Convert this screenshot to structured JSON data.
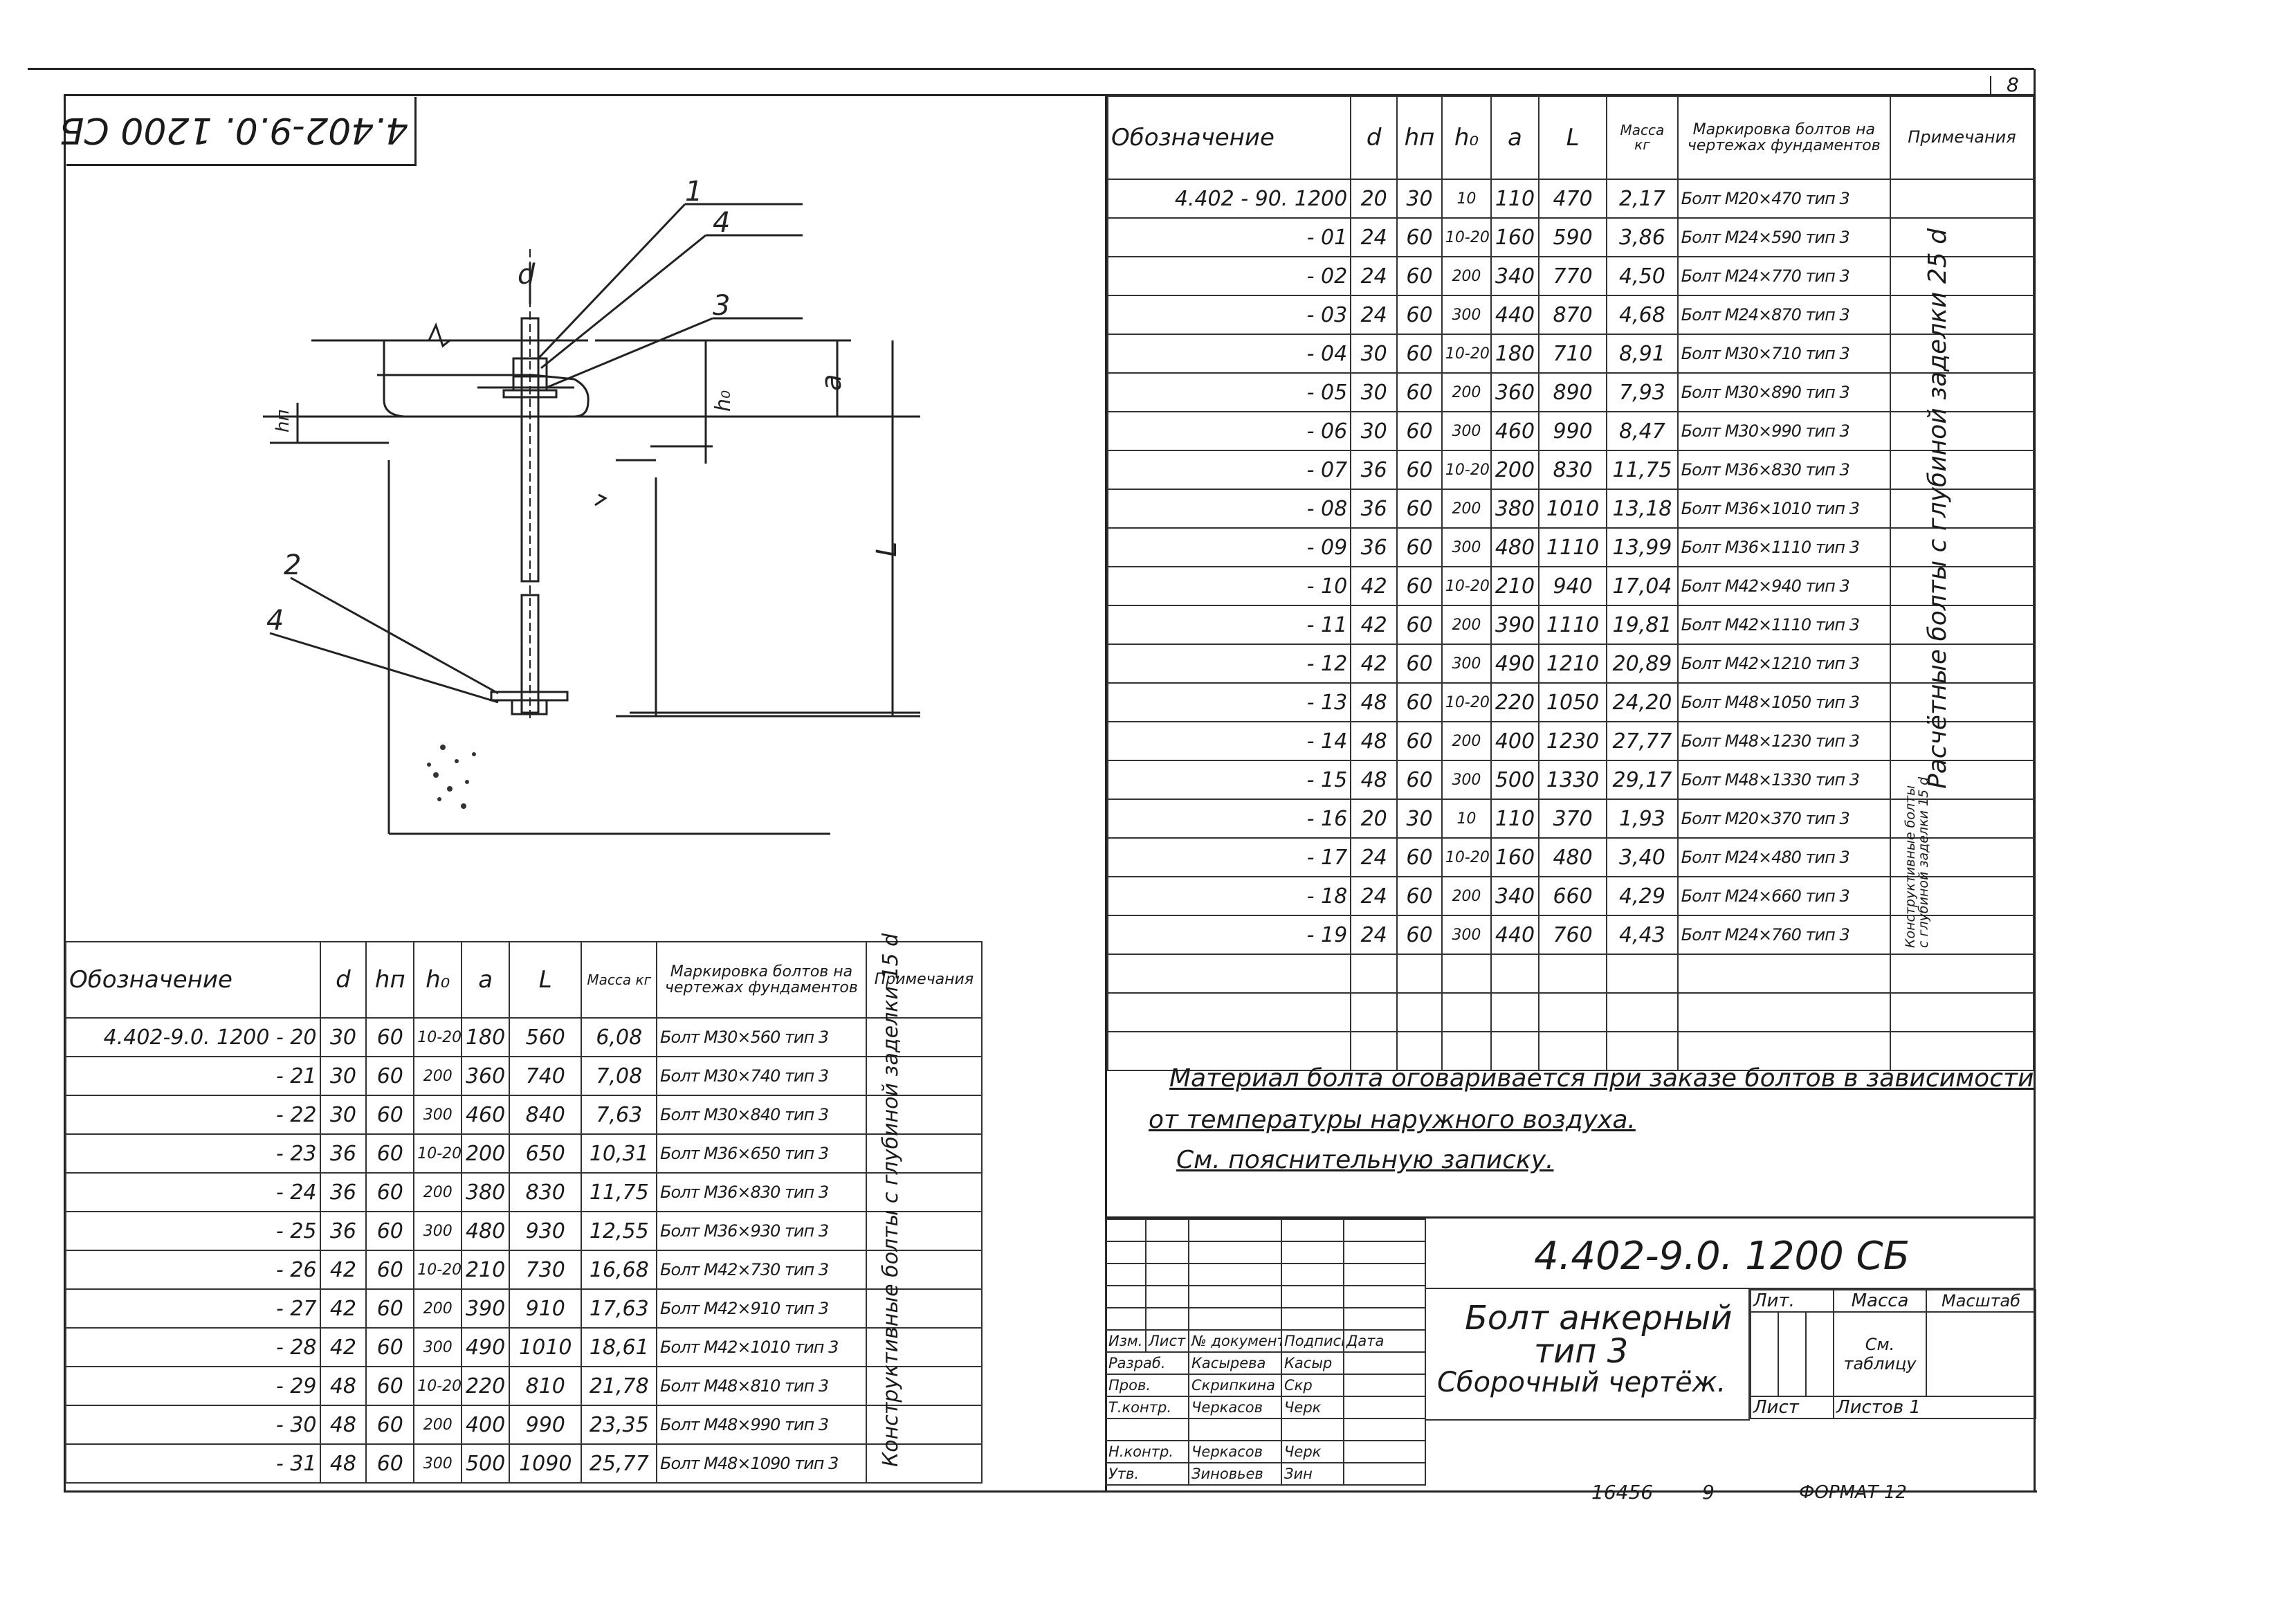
{
  "page_number": "8",
  "sheet_code_rotated": "4.402-9.0. 1200 СБ",
  "drawing": {
    "callouts": [
      "1",
      "4",
      "3",
      "2",
      "4"
    ],
    "dims": {
      "d": "d",
      "hn": "hп",
      "h0": "h₀",
      "a": "a",
      "L": "L"
    }
  },
  "header": {
    "designation": "Обозначение",
    "d": "d",
    "hn": "hп",
    "h0": "h₀",
    "a": "a",
    "L": "L",
    "mass": "Масса кг",
    "marking": "Маркировка болтов на чертежах фундаментов",
    "notes": "Примечания"
  },
  "right_table_rows": [
    {
      "des": "4.402 - 90. 1200",
      "d": "20",
      "hn": "30",
      "h0": "10",
      "a": "110",
      "L": "470",
      "mass": "2,17",
      "mark": "Болт М20×470 тип 3"
    },
    {
      "des": "- 01",
      "d": "24",
      "hn": "60",
      "h0": "10-20",
      "a": "160",
      "L": "590",
      "mass": "3,86",
      "mark": "Болт М24×590 тип 3"
    },
    {
      "des": "- 02",
      "d": "24",
      "hn": "60",
      "h0": "200",
      "a": "340",
      "L": "770",
      "mass": "4,50",
      "mark": "Болт М24×770 тип 3"
    },
    {
      "des": "- 03",
      "d": "24",
      "hn": "60",
      "h0": "300",
      "a": "440",
      "L": "870",
      "mass": "4,68",
      "mark": "Болт М24×870 тип 3"
    },
    {
      "des": "- 04",
      "d": "30",
      "hn": "60",
      "h0": "10-20",
      "a": "180",
      "L": "710",
      "mass": "8,91",
      "mark": "Болт М30×710 тип 3"
    },
    {
      "des": "- 05",
      "d": "30",
      "hn": "60",
      "h0": "200",
      "a": "360",
      "L": "890",
      "mass": "7,93",
      "mark": "Болт М30×890 тип 3"
    },
    {
      "des": "- 06",
      "d": "30",
      "hn": "60",
      "h0": "300",
      "a": "460",
      "L": "990",
      "mass": "8,47",
      "mark": "Болт М30×990 тип 3"
    },
    {
      "des": "- 07",
      "d": "36",
      "hn": "60",
      "h0": "10-20",
      "a": "200",
      "L": "830",
      "mass": "11,75",
      "mark": "Болт М36×830 тип 3"
    },
    {
      "des": "- 08",
      "d": "36",
      "hn": "60",
      "h0": "200",
      "a": "380",
      "L": "1010",
      "mass": "13,18",
      "mark": "Болт М36×1010 тип 3"
    },
    {
      "des": "- 09",
      "d": "36",
      "hn": "60",
      "h0": "300",
      "a": "480",
      "L": "1110",
      "mass": "13,99",
      "mark": "Болт М36×1110 тип 3"
    },
    {
      "des": "- 10",
      "d": "42",
      "hn": "60",
      "h0": "10-20",
      "a": "210",
      "L": "940",
      "mass": "17,04",
      "mark": "Болт М42×940 тип 3"
    },
    {
      "des": "- 11",
      "d": "42",
      "hn": "60",
      "h0": "200",
      "a": "390",
      "L": "1110",
      "mass": "19,81",
      "mark": "Болт М42×1110 тип 3"
    },
    {
      "des": "- 12",
      "d": "42",
      "hn": "60",
      "h0": "300",
      "a": "490",
      "L": "1210",
      "mass": "20,89",
      "mark": "Болт М42×1210 тип 3"
    },
    {
      "des": "- 13",
      "d": "48",
      "hn": "60",
      "h0": "10-20",
      "a": "220",
      "L": "1050",
      "mass": "24,20",
      "mark": "Болт М48×1050 тип 3"
    },
    {
      "des": "- 14",
      "d": "48",
      "hn": "60",
      "h0": "200",
      "a": "400",
      "L": "1230",
      "mass": "27,77",
      "mark": "Болт М48×1230 тип 3"
    },
    {
      "des": "- 15",
      "d": "48",
      "hn": "60",
      "h0": "300",
      "a": "500",
      "L": "1330",
      "mass": "29,17",
      "mark": "Болт М48×1330 тип 3"
    },
    {
      "des": "- 16",
      "d": "20",
      "hn": "30",
      "h0": "10",
      "a": "110",
      "L": "370",
      "mass": "1,93",
      "mark": "Болт М20×370 тип 3"
    },
    {
      "des": "- 17",
      "d": "24",
      "hn": "60",
      "h0": "10-20",
      "a": "160",
      "L": "480",
      "mass": "3,40",
      "mark": "Болт М24×480 тип 3"
    },
    {
      "des": "- 18",
      "d": "24",
      "hn": "60",
      "h0": "200",
      "a": "340",
      "L": "660",
      "mass": "4,29",
      "mark": "Болт М24×660 тип 3"
    },
    {
      "des": "- 19",
      "d": "24",
      "hn": "60",
      "h0": "300",
      "a": "440",
      "L": "760",
      "mass": "4,43",
      "mark": "Болт М24×760 тип 3"
    }
  ],
  "right_notes": {
    "design": "Расчётные болты с глубиной заделки 25 d",
    "constructive": "Конструктивные болты с глубиной заделки 15 d"
  },
  "left_table_rows": [
    {
      "des": "4.402-9.0. 1200 - 20",
      "d": "30",
      "hn": "60",
      "h0": "10-20",
      "a": "180",
      "L": "560",
      "mass": "6,08",
      "mark": "Болт М30×560 тип 3"
    },
    {
      "des": "- 21",
      "d": "30",
      "hn": "60",
      "h0": "200",
      "a": "360",
      "L": "740",
      "mass": "7,08",
      "mark": "Болт М30×740 тип 3"
    },
    {
      "des": "- 22",
      "d": "30",
      "hn": "60",
      "h0": "300",
      "a": "460",
      "L": "840",
      "mass": "7,63",
      "mark": "Болт М30×840 тип 3"
    },
    {
      "des": "- 23",
      "d": "36",
      "hn": "60",
      "h0": "10-20",
      "a": "200",
      "L": "650",
      "mass": "10,31",
      "mark": "Болт М36×650 тип 3"
    },
    {
      "des": "- 24",
      "d": "36",
      "hn": "60",
      "h0": "200",
      "a": "380",
      "L": "830",
      "mass": "11,75",
      "mark": "Болт М36×830 тип 3"
    },
    {
      "des": "- 25",
      "d": "36",
      "hn": "60",
      "h0": "300",
      "a": "480",
      "L": "930",
      "mass": "12,55",
      "mark": "Болт М36×930 тип 3"
    },
    {
      "des": "- 26",
      "d": "42",
      "hn": "60",
      "h0": "10-20",
      "a": "210",
      "L": "730",
      "mass": "16,68",
      "mark": "Болт М42×730 тип 3"
    },
    {
      "des": "- 27",
      "d": "42",
      "hn": "60",
      "h0": "200",
      "a": "390",
      "L": "910",
      "mass": "17,63",
      "mark": "Болт М42×910 тип 3"
    },
    {
      "des": "- 28",
      "d": "42",
      "hn": "60",
      "h0": "300",
      "a": "490",
      "L": "1010",
      "mass": "18,61",
      "mark": "Болт М42×1010 тип 3"
    },
    {
      "des": "- 29",
      "d": "48",
      "hn": "60",
      "h0": "10-20",
      "a": "220",
      "L": "810",
      "mass": "21,78",
      "mark": "Болт М48×810 тип 3"
    },
    {
      "des": "- 30",
      "d": "48",
      "hn": "60",
      "h0": "200",
      "a": "400",
      "L": "990",
      "mass": "23,35",
      "mark": "Болт М48×990 тип 3"
    },
    {
      "des": "- 31",
      "d": "48",
      "hn": "60",
      "h0": "300",
      "a": "500",
      "L": "1090",
      "mass": "25,77",
      "mark": "Болт М48×1090 тип 3"
    }
  ],
  "left_note": "Конструктивные болты с глубиной заделки 15 d",
  "notes": [
    "Материал болта оговаривается при заказе болтов в зависимости",
    "от температуры наружного воздуха.",
    "См. пояснительную записку."
  ],
  "title_block": {
    "code": "4.402-9.0. 1200 СБ",
    "title_line1": "Болт анкерный",
    "title_line2": "тип 3",
    "title_line3": "Сборочный чертёж.",
    "col_izm": "Изм.",
    "col_list": "Лист",
    "col_doc": "№ документа",
    "col_sign": "Подпись",
    "col_date": "Дата",
    "people": [
      {
        "role": "Разраб.",
        "name": "Касырева",
        "sign": "Касыр"
      },
      {
        "role": "Пров.",
        "name": "Скрипкина",
        "sign": "Скр"
      },
      {
        "role": "Т.контр.",
        "name": "Черкасов",
        "sign": "Черк"
      },
      {
        "role": "",
        "name": "",
        "sign": ""
      },
      {
        "role": "Н.контр.",
        "name": "Черкасов",
        "sign": "Черк"
      },
      {
        "role": "Утв.",
        "name": "Зиновьев",
        "sign": "Зин"
      }
    ],
    "lit": "Лит.",
    "mass": "Масса",
    "scale": "Масштаб",
    "mass_value": "См. таблицу",
    "sheet": "Лист",
    "sheets": "Листов 1"
  },
  "footer": {
    "number": "16456",
    "num2": "9",
    "format": "ФОРМАТ 12"
  }
}
